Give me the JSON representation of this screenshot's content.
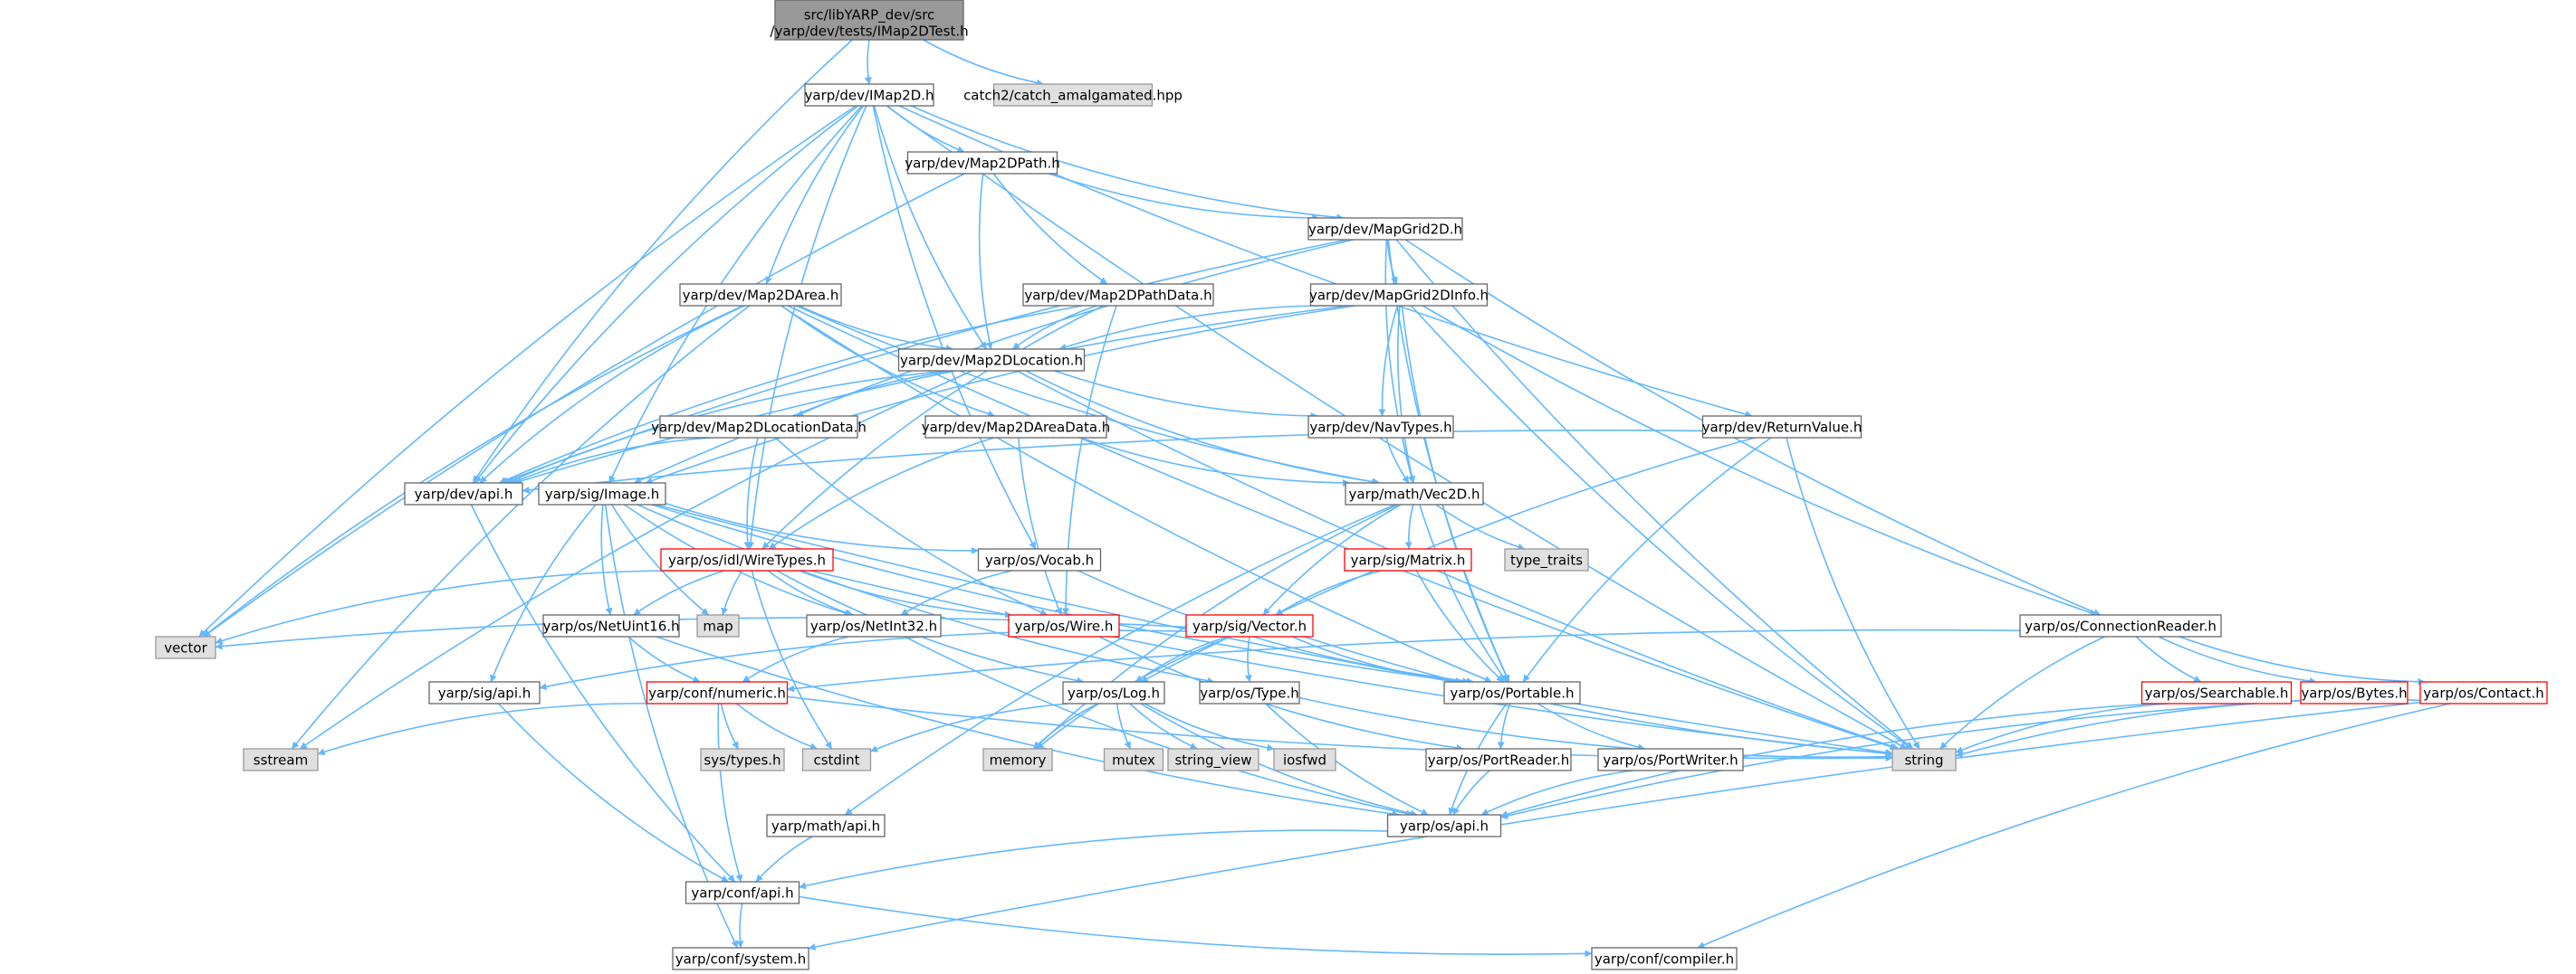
{
  "title": "src/libYARP_dev/src/yarp/dev/tests/IMap2DTest.h",
  "colors": {
    "edge": "#63b8ff",
    "node_fill": "#ffffff",
    "node_border": "#666666",
    "root_fill": "#999999",
    "root_border": "#666666",
    "system_fill": "#e0e0e0",
    "system_border": "#999999",
    "truncated_border": "#ff0000"
  },
  "nodes": [
    {
      "id": "root",
      "lines": [
        "src/libYARP_dev/src",
        "/yarp/dev/tests/IMap2DTest.h"
      ],
      "kind": "root"
    },
    {
      "id": "imap2d",
      "label": "yarp/dev/IMap2D.h",
      "kind": "normal"
    },
    {
      "id": "catch2",
      "label": "catch2/catch_amalgamated.hpp",
      "kind": "system"
    },
    {
      "id": "map2dpath",
      "label": "yarp/dev/Map2DPath.h",
      "kind": "normal"
    },
    {
      "id": "mapgrid2d",
      "label": "yarp/dev/MapGrid2D.h",
      "kind": "normal"
    },
    {
      "id": "map2darea",
      "label": "yarp/dev/Map2DArea.h",
      "kind": "normal"
    },
    {
      "id": "map2dpathdata",
      "label": "yarp/dev/Map2DPathData.h",
      "kind": "normal"
    },
    {
      "id": "mapgrid2dinfo",
      "label": "yarp/dev/MapGrid2DInfo.h",
      "kind": "normal"
    },
    {
      "id": "map2dlocation",
      "label": "yarp/dev/Map2DLocation.h",
      "kind": "normal"
    },
    {
      "id": "map2dlocationdata",
      "label": "yarp/dev/Map2DLocationData.h",
      "kind": "normal"
    },
    {
      "id": "map2dareadata",
      "label": "yarp/dev/Map2DAreaData.h",
      "kind": "normal"
    },
    {
      "id": "navtypes",
      "label": "yarp/dev/NavTypes.h",
      "kind": "normal"
    },
    {
      "id": "returnvalue",
      "label": "yarp/dev/ReturnValue.h",
      "kind": "normal"
    },
    {
      "id": "devapi",
      "label": "yarp/dev/api.h",
      "kind": "normal"
    },
    {
      "id": "sigimage",
      "label": "yarp/sig/Image.h",
      "kind": "normal"
    },
    {
      "id": "vec2d",
      "label": "yarp/math/Vec2D.h",
      "kind": "normal"
    },
    {
      "id": "typetraits",
      "label": "type_traits",
      "kind": "system"
    },
    {
      "id": "wiretypes",
      "label": "yarp/os/idl/WireTypes.h",
      "kind": "truncated"
    },
    {
      "id": "vocab",
      "label": "yarp/os/Vocab.h",
      "kind": "normal"
    },
    {
      "id": "sigmatrix",
      "label": "yarp/sig/Matrix.h",
      "kind": "truncated"
    },
    {
      "id": "netuint16",
      "label": "yarp/os/NetUint16.h",
      "kind": "normal"
    },
    {
      "id": "map",
      "label": "map",
      "kind": "system"
    },
    {
      "id": "netint32",
      "label": "yarp/os/NetInt32.h",
      "kind": "normal"
    },
    {
      "id": "wire",
      "label": "yarp/os/Wire.h",
      "kind": "truncated"
    },
    {
      "id": "sigvector",
      "label": "yarp/sig/Vector.h",
      "kind": "truncated"
    },
    {
      "id": "connreader",
      "label": "yarp/os/ConnectionReader.h",
      "kind": "normal"
    },
    {
      "id": "vector",
      "label": "vector",
      "kind": "system"
    },
    {
      "id": "sigapi",
      "label": "yarp/sig/api.h",
      "kind": "normal"
    },
    {
      "id": "numeric",
      "label": "yarp/conf/numeric.h",
      "kind": "truncated"
    },
    {
      "id": "oslog",
      "label": "yarp/os/Log.h",
      "kind": "normal"
    },
    {
      "id": "ostype",
      "label": "yarp/os/Type.h",
      "kind": "normal"
    },
    {
      "id": "portable",
      "label": "yarp/os/Portable.h",
      "kind": "normal"
    },
    {
      "id": "searchable",
      "label": "yarp/os/Searchable.h",
      "kind": "truncated"
    },
    {
      "id": "bytes",
      "label": "yarp/os/Bytes.h",
      "kind": "truncated"
    },
    {
      "id": "contact",
      "label": "yarp/os/Contact.h",
      "kind": "truncated"
    },
    {
      "id": "sstream",
      "label": "sstream",
      "kind": "system"
    },
    {
      "id": "systypes",
      "label": "sys/types.h",
      "kind": "system"
    },
    {
      "id": "cstdint",
      "label": "cstdint",
      "kind": "system"
    },
    {
      "id": "memory",
      "label": "memory",
      "kind": "system"
    },
    {
      "id": "mutex",
      "label": "mutex",
      "kind": "system"
    },
    {
      "id": "stringview",
      "label": "string_view",
      "kind": "system"
    },
    {
      "id": "iosfwd",
      "label": "iosfwd",
      "kind": "system"
    },
    {
      "id": "string",
      "label": "string",
      "kind": "system"
    },
    {
      "id": "portreader",
      "label": "yarp/os/PortReader.h",
      "kind": "normal"
    },
    {
      "id": "portwriter",
      "label": "yarp/os/PortWriter.h",
      "kind": "normal"
    },
    {
      "id": "mathapi",
      "label": "yarp/math/api.h",
      "kind": "normal"
    },
    {
      "id": "osapi",
      "label": "yarp/os/api.h",
      "kind": "normal"
    },
    {
      "id": "confapi",
      "label": "yarp/conf/api.h",
      "kind": "normal"
    },
    {
      "id": "system",
      "label": "yarp/conf/system.h",
      "kind": "normal"
    },
    {
      "id": "compiler",
      "label": "yarp/conf/compiler.h",
      "kind": "normal"
    }
  ],
  "edges": [
    [
      "root",
      "imap2d"
    ],
    [
      "root",
      "catch2"
    ],
    [
      "root",
      "devapi"
    ],
    [
      "imap2d",
      "map2dpath"
    ],
    [
      "imap2d",
      "mapgrid2d"
    ],
    [
      "imap2d",
      "map2darea"
    ],
    [
      "imap2d",
      "map2dlocation"
    ],
    [
      "imap2d",
      "returnvalue"
    ],
    [
      "imap2d",
      "devapi"
    ],
    [
      "imap2d",
      "sigimage"
    ],
    [
      "imap2d",
      "vector"
    ],
    [
      "imap2d",
      "string"
    ],
    [
      "imap2d",
      "vocab"
    ],
    [
      "imap2d",
      "wiretypes"
    ],
    [
      "map2dpath",
      "mapgrid2d"
    ],
    [
      "map2dpath",
      "map2dpathdata"
    ],
    [
      "map2dpath",
      "map2dlocation"
    ],
    [
      "map2dpath",
      "vector"
    ],
    [
      "mapgrid2d",
      "mapgrid2dinfo"
    ],
    [
      "mapgrid2d",
      "devapi"
    ],
    [
      "mapgrid2d",
      "sigimage"
    ],
    [
      "mapgrid2d",
      "portable"
    ],
    [
      "mapgrid2d",
      "connreader"
    ],
    [
      "mapgrid2d",
      "vec2d"
    ],
    [
      "mapgrid2d",
      "string"
    ],
    [
      "map2darea",
      "map2dlocation"
    ],
    [
      "map2darea",
      "map2dareadata"
    ],
    [
      "map2darea",
      "devapi"
    ],
    [
      "map2darea",
      "vec2d"
    ],
    [
      "map2darea",
      "vector"
    ],
    [
      "map2darea",
      "sstream"
    ],
    [
      "map2darea",
      "string"
    ],
    [
      "map2darea",
      "portable"
    ],
    [
      "map2dpathdata",
      "map2dlocation"
    ],
    [
      "map2dpathdata",
      "wiretypes"
    ],
    [
      "map2dpathdata",
      "wire"
    ],
    [
      "map2dpathdata",
      "devapi"
    ],
    [
      "mapgrid2dinfo",
      "map2dlocation"
    ],
    [
      "mapgrid2dinfo",
      "navtypes"
    ],
    [
      "mapgrid2dinfo",
      "vec2d"
    ],
    [
      "mapgrid2dinfo",
      "devapi"
    ],
    [
      "mapgrid2dinfo",
      "portable"
    ],
    [
      "mapgrid2dinfo",
      "string"
    ],
    [
      "mapgrid2dinfo",
      "connreader"
    ],
    [
      "mapgrid2dinfo",
      "sigimage"
    ],
    [
      "map2dlocation",
      "map2dlocationdata"
    ],
    [
      "map2dlocation",
      "navtypes"
    ],
    [
      "map2dlocation",
      "devapi"
    ],
    [
      "map2dlocation",
      "sstream"
    ],
    [
      "map2dlocation",
      "string"
    ],
    [
      "map2dlocation",
      "vec2d"
    ],
    [
      "map2dlocationdata",
      "wiretypes"
    ],
    [
      "map2dlocationdata",
      "wire"
    ],
    [
      "map2dlocationdata",
      "devapi"
    ],
    [
      "map2dareadata",
      "wiretypes"
    ],
    [
      "map2dareadata",
      "wire"
    ],
    [
      "map2dareadata",
      "vec2d"
    ],
    [
      "navtypes",
      "vec2d"
    ],
    [
      "returnvalue",
      "devapi"
    ],
    [
      "returnvalue",
      "string"
    ],
    [
      "returnvalue",
      "portable"
    ],
    [
      "returnvalue",
      "oslog"
    ],
    [
      "devapi",
      "confapi"
    ],
    [
      "sigimage",
      "vocab"
    ],
    [
      "sigimage",
      "netuint16"
    ],
    [
      "sigimage",
      "netint32"
    ],
    [
      "sigimage",
      "map"
    ],
    [
      "sigimage",
      "sigapi"
    ],
    [
      "sigimage",
      "portable"
    ],
    [
      "sigimage",
      "ostype"
    ],
    [
      "sigimage",
      "system"
    ],
    [
      "sigimage",
      "string"
    ],
    [
      "vec2d",
      "typetraits"
    ],
    [
      "vec2d",
      "sigmatrix"
    ],
    [
      "vec2d",
      "sigvector"
    ],
    [
      "vec2d",
      "portable"
    ],
    [
      "vec2d",
      "mathapi"
    ],
    [
      "vec2d",
      "memory"
    ],
    [
      "wiretypes",
      "netuint16"
    ],
    [
      "wiretypes",
      "netint32"
    ],
    [
      "wiretypes",
      "wire"
    ],
    [
      "wiretypes",
      "oslog"
    ],
    [
      "wiretypes",
      "map"
    ],
    [
      "wiretypes",
      "vector"
    ],
    [
      "wiretypes",
      "cstdint"
    ],
    [
      "wiretypes",
      "string"
    ],
    [
      "vocab",
      "netint32"
    ],
    [
      "vocab",
      "portable"
    ],
    [
      "sigmatrix",
      "sigvector"
    ],
    [
      "sigmatrix",
      "portable"
    ],
    [
      "netuint16",
      "numeric"
    ],
    [
      "netuint16",
      "osapi"
    ],
    [
      "netint32",
      "numeric"
    ],
    [
      "netint32",
      "osapi"
    ],
    [
      "wire",
      "portreader"
    ],
    [
      "sigvector",
      "oslog"
    ],
    [
      "sigvector",
      "ostype"
    ],
    [
      "sigvector",
      "portable"
    ],
    [
      "sigvector",
      "sigapi"
    ],
    [
      "sigvector",
      "vector"
    ],
    [
      "sigvector",
      "string"
    ],
    [
      "sigvector",
      "memory"
    ],
    [
      "connreader",
      "searchable"
    ],
    [
      "connreader",
      "bytes"
    ],
    [
      "connreader",
      "contact"
    ],
    [
      "connreader",
      "string"
    ],
    [
      "connreader",
      "numeric"
    ],
    [
      "sigapi",
      "confapi"
    ],
    [
      "numeric",
      "systypes"
    ],
    [
      "numeric",
      "cstdint"
    ],
    [
      "numeric",
      "sstream"
    ],
    [
      "numeric",
      "string"
    ],
    [
      "numeric",
      "confapi"
    ],
    [
      "oslog",
      "osapi"
    ],
    [
      "oslog",
      "cstdint"
    ],
    [
      "oslog",
      "memory"
    ],
    [
      "oslog",
      "mutex"
    ],
    [
      "oslog",
      "stringview"
    ],
    [
      "oslog",
      "iosfwd"
    ],
    [
      "ostype",
      "osapi"
    ],
    [
      "ostype",
      "string"
    ],
    [
      "portable",
      "portreader"
    ],
    [
      "portable",
      "portwriter"
    ],
    [
      "portable",
      "osapi"
    ],
    [
      "searchable",
      "string"
    ],
    [
      "searchable",
      "osapi"
    ],
    [
      "bytes",
      "osapi"
    ],
    [
      "contact",
      "string"
    ],
    [
      "contact",
      "system"
    ],
    [
      "contact",
      "compiler"
    ],
    [
      "portreader",
      "osapi"
    ],
    [
      "portwriter",
      "osapi"
    ],
    [
      "mathapi",
      "confapi"
    ],
    [
      "osapi",
      "confapi"
    ],
    [
      "confapi",
      "system"
    ],
    [
      "confapi",
      "compiler"
    ]
  ]
}
